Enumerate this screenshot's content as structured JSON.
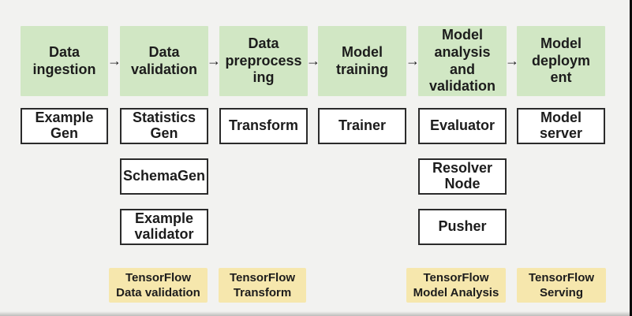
{
  "colors": {
    "bg": "#f2f2f0",
    "green": "#d1e7c4",
    "yellow": "#f6e7ad",
    "box-border": "#2b2b2b",
    "text": "#1c1c1c"
  },
  "arrow_glyph": "→",
  "stages": [
    {
      "label": "Data\ningestion"
    },
    {
      "label": "Data\nvalidation"
    },
    {
      "label": "Data\npreprocess\ning"
    },
    {
      "label": "Model\ntraining"
    },
    {
      "label": "Model\nanalysis\nand\nvalidation"
    },
    {
      "label": "Model\ndeploym\nent"
    }
  ],
  "components": [
    {
      "label": "Example\nGen"
    },
    {
      "label": "Statistics\nGen"
    },
    {
      "label": "Transform"
    },
    {
      "label": "Trainer"
    },
    {
      "label": "Evaluator"
    },
    {
      "label": "Model\nserver"
    },
    {
      "label": "SchemaGen"
    },
    {
      "label": "Resolver\nNode"
    },
    {
      "label": "Example\nvalidator"
    },
    {
      "label": "Pusher"
    }
  ],
  "libraries": [
    {
      "label": "TensorFlow\nData validation"
    },
    {
      "label": "TensorFlow\nTransform"
    },
    {
      "label": "TensorFlow\nModel Analysis"
    },
    {
      "label": "TensorFlow\nServing"
    }
  ]
}
